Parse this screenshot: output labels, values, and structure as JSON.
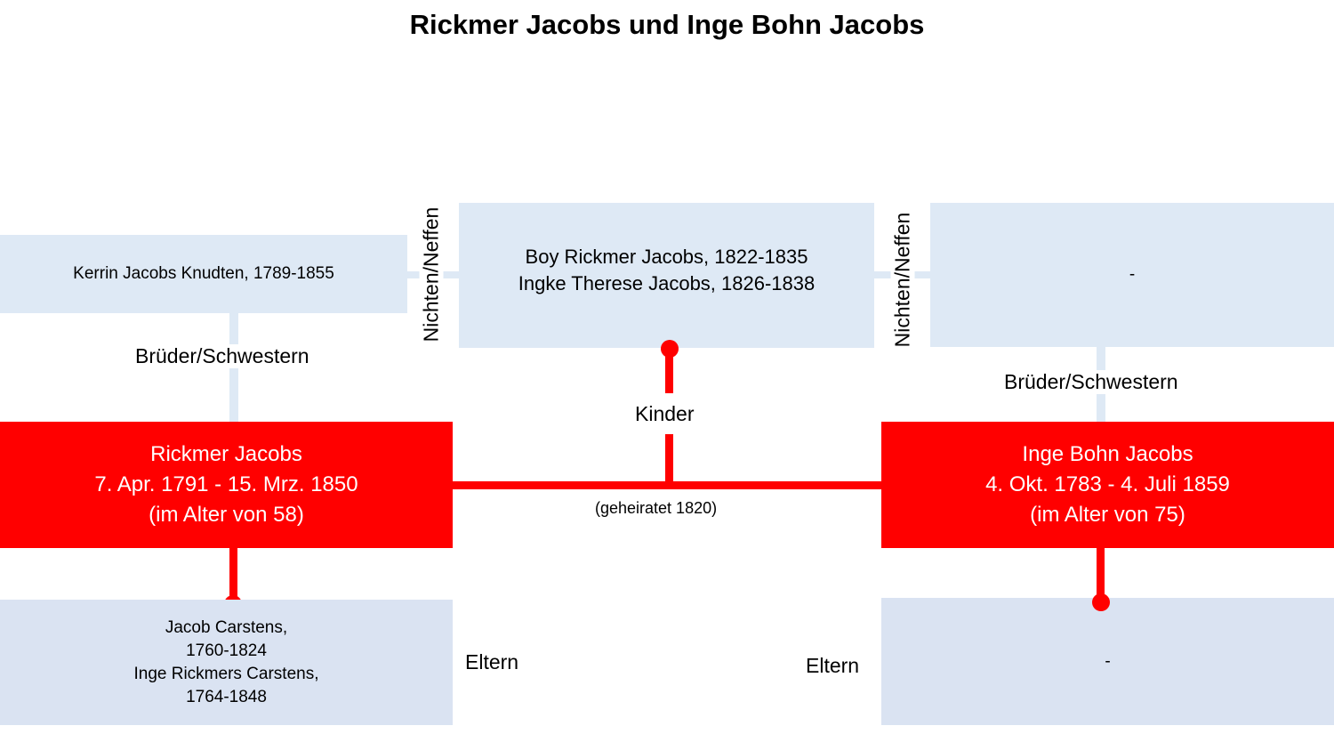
{
  "title": "Rickmer Jacobs und Inge Bohn Jacobs",
  "siblings_left": {
    "text": "Kerrin Jacobs Knudten, 1789-1855",
    "label": "Brüder/Schwestern"
  },
  "siblings_right": {
    "text": "-",
    "label": "Brüder/Schwestern"
  },
  "nieces_left_label": "Nichten/Neffen",
  "nieces_right_label": "Nichten/Neffen",
  "children": {
    "lines": [
      "Boy Rickmer Jacobs, 1822-1835",
      "Ingke Therese Jacobs, 1826-1838"
    ],
    "label": "Kinder"
  },
  "person_left": {
    "name": "Rickmer Jacobs",
    "dates": "7. Apr. 1791 - 15. Mrz. 1850",
    "age": "(im Alter von 58)"
  },
  "person_right": {
    "name": "Inge Bohn Jacobs",
    "dates": "4. Okt. 1783 - 4. Juli 1859",
    "age": "(im Alter von 75)"
  },
  "marriage": "(geheiratet 1820)",
  "parents_left": {
    "lines": [
      "Jacob Carstens,",
      "1760-1824",
      "Inge Rickmers Carstens,",
      "1764-1848"
    ],
    "label": "Eltern"
  },
  "parents_right": {
    "text": "-",
    "label": "Eltern"
  },
  "colors": {
    "accent": "#ff0000",
    "box_light": "#dee9f5",
    "box_parent": "#dae3f2"
  }
}
